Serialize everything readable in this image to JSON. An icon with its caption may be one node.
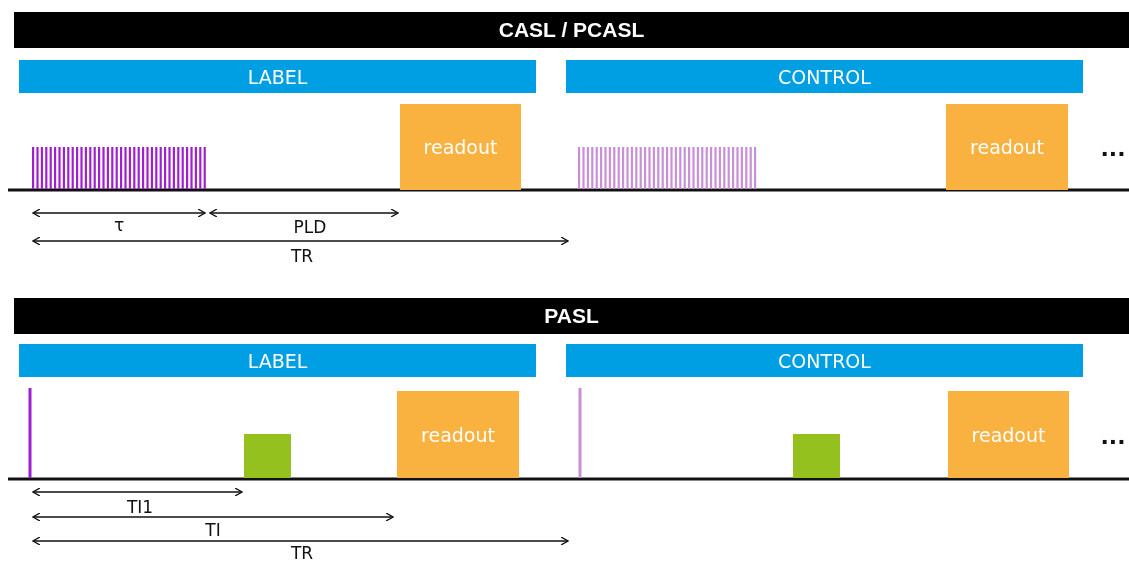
{
  "diagram": {
    "nodes": [
      {
        "text": [
          "CASL / PCASL"
        ]
      },
      {
        "text": [
          "LABEL"
        ]
      },
      {
        "text": [
          "CONTROL"
        ]
      },
      {
        "text": [
          "readout"
        ]
      },
      {
        "text": [
          "readout"
        ]
      },
      {
        "text": [
          "PASL"
        ]
      },
      {
        "text": [
          "LABEL"
        ]
      },
      {
        "text": [
          "CONTROL"
        ]
      },
      {
        "text": [],
        "shape": "box"
      },
      {
        "text": [
          "readout"
        ]
      },
      {
        "text": [],
        "shape": "box"
      },
      {
        "text": [
          "readout"
        ]
      }
    ],
    "labels": [
      "...",
      "τ",
      "PLD",
      "TR",
      "...",
      "TI1",
      "TI",
      "TR"
    ]
  }
}
